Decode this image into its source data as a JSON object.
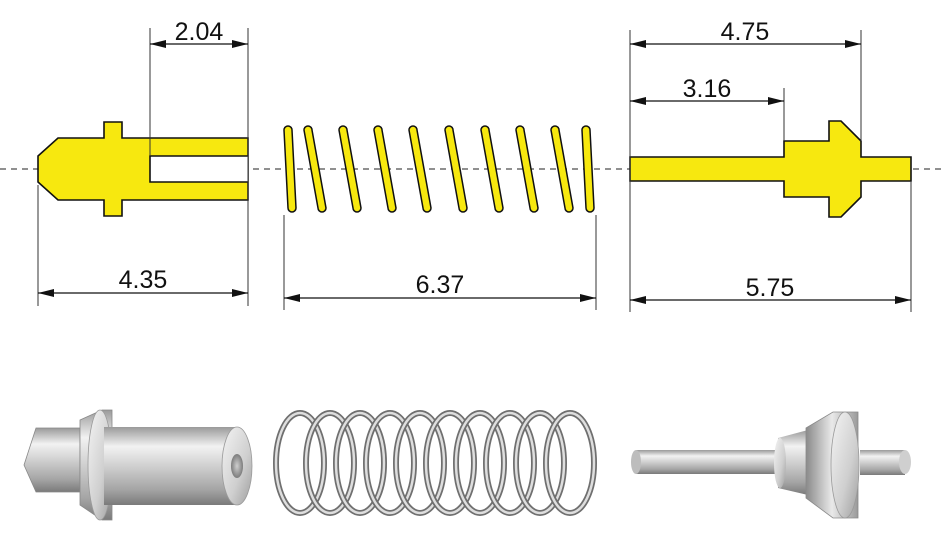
{
  "dimensions": {
    "housing_bore_depth": "2.04",
    "housing_length": "4.35",
    "spring_length": "6.37",
    "plunger_tip_to_flange": "4.75",
    "plunger_tip_to_shoulder": "3.16",
    "plunger_length": "5.75"
  },
  "colors": {
    "part_fill": "#f7e80f",
    "outline": "#111111",
    "metal_light": "#e6e6e6",
    "metal_dark": "#8c8c8c"
  }
}
